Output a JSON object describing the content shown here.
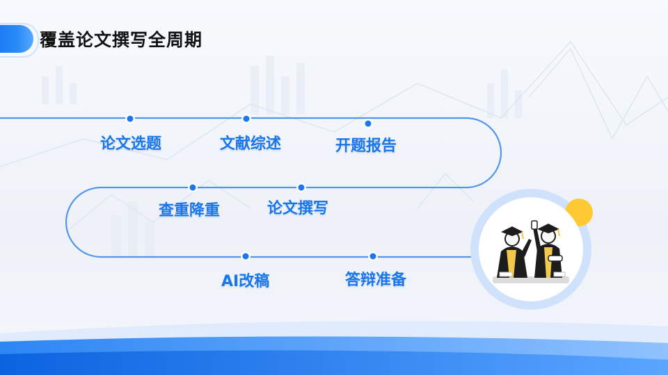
{
  "slide": {
    "title": "覆盖论文撰写全周期"
  },
  "steps": [
    {
      "label": "论文选题"
    },
    {
      "label": "文献综述"
    },
    {
      "label": "开题报告"
    },
    {
      "label": "查重降重"
    },
    {
      "label": "论文撰写"
    },
    {
      "label": "AI改稿"
    },
    {
      "label": "答辩准备"
    }
  ],
  "colors": {
    "accent": "#1976e8",
    "path": "#4f95ee",
    "title": "#121212",
    "sun": "#ffc934",
    "frame": "#cfe1fb"
  },
  "icons": {
    "illustration": "graduates-celebrating-icon",
    "decoration": "sun-circle-icon"
  }
}
